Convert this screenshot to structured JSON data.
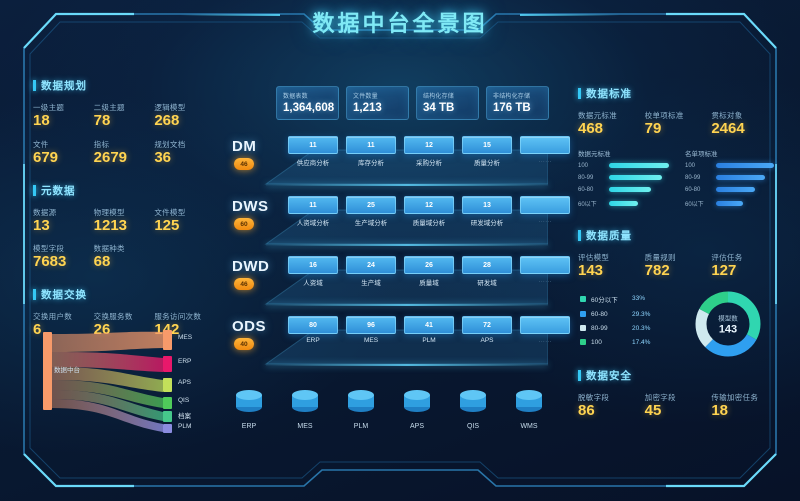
{
  "header": {
    "title": "数据中台全景图"
  },
  "left_panels": [
    {
      "title": "数据规划",
      "metrics": [
        {
          "label": "一级主题",
          "value": "18"
        },
        {
          "label": "二级主题",
          "value": "78"
        },
        {
          "label": "逻辑模型",
          "value": "268"
        },
        {
          "label": "文件",
          "value": "679"
        },
        {
          "label": "指标",
          "value": "2679"
        },
        {
          "label": "规划文档",
          "value": "36"
        }
      ]
    },
    {
      "title": "元数据",
      "metrics": [
        {
          "label": "数据源",
          "value": "13"
        },
        {
          "label": "物理模型",
          "value": "1213"
        },
        {
          "label": "文件模型",
          "value": "125"
        },
        {
          "label": "模型字段",
          "value": "7683"
        },
        {
          "label": "数据种类",
          "value": "68"
        }
      ]
    },
    {
      "title": "数据交换",
      "metrics": [
        {
          "label": "交换用户数",
          "value": "6"
        },
        {
          "label": "交换服务数",
          "value": "26"
        },
        {
          "label": "服务访问次数",
          "value": "142"
        }
      ]
    }
  ],
  "sankey": {
    "source_label": "数据中台",
    "targets": [
      {
        "label": "MES",
        "color": "#f79a6a",
        "weight": 26
      },
      {
        "label": "ERP",
        "color": "#e8186b",
        "weight": 22
      },
      {
        "label": "APS",
        "color": "#c3e05a",
        "weight": 16
      },
      {
        "label": "QIS",
        "color": "#4fcb5a",
        "weight": 13
      },
      {
        "label": "档案",
        "color": "#46c88b",
        "weight": 12
      },
      {
        "label": "PLM",
        "color": "#8b8ce0",
        "weight": 11
      }
    ]
  },
  "top_metrics": [
    {
      "label": "数据表数",
      "value": "1,364,608"
    },
    {
      "label": "文件数量",
      "value": "1,213"
    },
    {
      "label": "结构化存储",
      "value": "34 TB"
    },
    {
      "label": "非结构化存储",
      "value": "176 TB"
    }
  ],
  "layers": [
    {
      "name": "DM",
      "badge": "46",
      "items": [
        {
          "count": "11",
          "label": "供应商分析"
        },
        {
          "count": "11",
          "label": "库存分析"
        },
        {
          "count": "12",
          "label": "采购分析"
        },
        {
          "count": "15",
          "label": "质量分析"
        },
        {
          "count": "",
          "label": "……"
        }
      ]
    },
    {
      "name": "DWS",
      "badge": "60",
      "items": [
        {
          "count": "11",
          "label": "人资域分析"
        },
        {
          "count": "25",
          "label": "生产域分析"
        },
        {
          "count": "12",
          "label": "质量域分析"
        },
        {
          "count": "13",
          "label": "研发域分析"
        },
        {
          "count": "",
          "label": "……"
        }
      ]
    },
    {
      "name": "DWD",
      "badge": "46",
      "items": [
        {
          "count": "16",
          "label": "人资域"
        },
        {
          "count": "24",
          "label": "生产域"
        },
        {
          "count": "26",
          "label": "质量域"
        },
        {
          "count": "28",
          "label": "研发域"
        },
        {
          "count": "",
          "label": "……"
        }
      ]
    },
    {
      "name": "ODS",
      "badge": "40",
      "items": [
        {
          "count": "80",
          "label": "ERP"
        },
        {
          "count": "96",
          "label": "MES"
        },
        {
          "count": "41",
          "label": "PLM"
        },
        {
          "count": "72",
          "label": "APS"
        },
        {
          "count": "",
          "label": "……"
        }
      ]
    }
  ],
  "sources": [
    {
      "label": "ERP"
    },
    {
      "label": "MES"
    },
    {
      "label": "PLM"
    },
    {
      "label": "APS"
    },
    {
      "label": "QIS"
    },
    {
      "label": "WMS"
    }
  ],
  "right_panels": {
    "standard": {
      "title": "数据标准",
      "metrics": [
        {
          "label": "数据元标准",
          "value": "468"
        },
        {
          "label": "校单项标准",
          "value": "79"
        },
        {
          "label": "贯标对象",
          "value": "2464"
        }
      ],
      "bar_groups": [
        {
          "title": "数据元标准",
          "color": "#3ce0e0",
          "rows": [
            {
              "label": "100",
              "value": 100
            },
            {
              "label": "80-99",
              "value": 88
            },
            {
              "label": "60-80",
              "value": 70
            },
            {
              "label": "60以下",
              "value": 48
            }
          ]
        },
        {
          "title": "名单项标准",
          "color": "#2f8ae8",
          "rows": [
            {
              "label": "100",
              "value": 100
            },
            {
              "label": "80-99",
              "value": 84
            },
            {
              "label": "60-80",
              "value": 66
            },
            {
              "label": "60以下",
              "value": 45
            }
          ]
        }
      ]
    },
    "quality": {
      "title": "数据质量",
      "metrics": [
        {
          "label": "评估模型",
          "value": "143"
        },
        {
          "label": "质量规则",
          "value": "782"
        },
        {
          "label": "评估任务",
          "value": "127"
        }
      ]
    },
    "security": {
      "title": "数据安全",
      "metrics": [
        {
          "label": "脱敏字段",
          "value": "86"
        },
        {
          "label": "加密字段",
          "value": "45"
        },
        {
          "label": "传输加密任务",
          "value": "18"
        }
      ]
    }
  },
  "chart_data": {
    "type": "pie",
    "title": "",
    "center_label": "模型数",
    "center_value": "143",
    "legend_position": "left",
    "categories": [
      "60分以下",
      "60-80",
      "80-99",
      "100"
    ],
    "values": [
      33,
      29.3,
      20.3,
      17.4
    ],
    "value_labels": [
      "33%",
      "29.3%",
      "20.3%",
      "17.4%"
    ],
    "colors": [
      "#30d6b0",
      "#2f9ff0",
      "#cfe9ef",
      "#2ecf8a"
    ]
  }
}
